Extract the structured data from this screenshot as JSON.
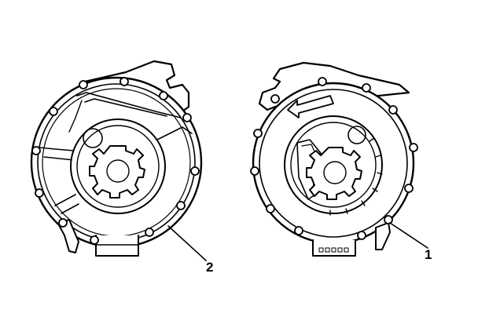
{
  "figure": {
    "callouts": [
      {
        "id": "callout-2",
        "label": "2"
      },
      {
        "id": "callout-1",
        "label": "1"
      }
    ]
  }
}
